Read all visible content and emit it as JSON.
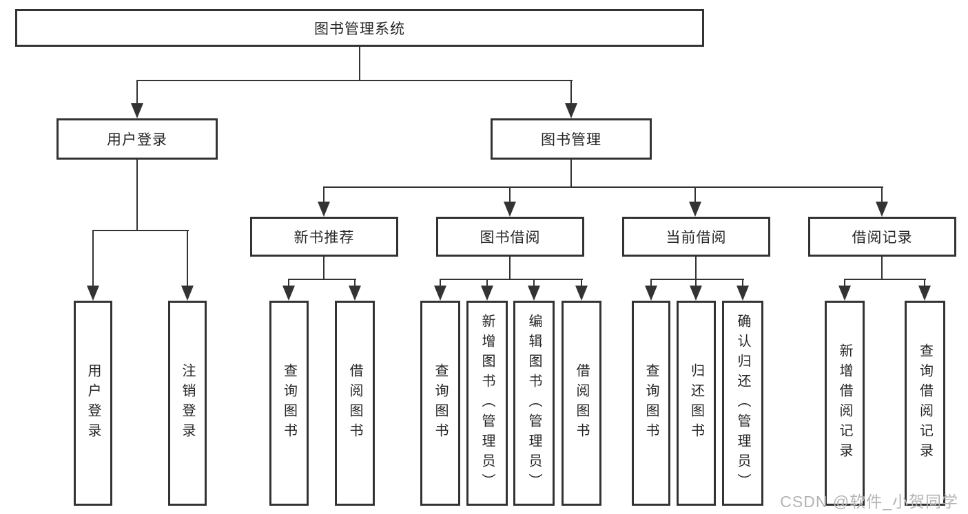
{
  "diagram": {
    "root": {
      "label": "图书管理系统"
    },
    "branches": [
      {
        "label": "用户登录",
        "children": [
          {
            "label": "用户登录"
          },
          {
            "label": "注销登录"
          }
        ]
      },
      {
        "label": "图书管理",
        "children": [
          {
            "label": "新书推荐",
            "children": [
              {
                "label": "查询图书"
              },
              {
                "label": "借阅图书"
              }
            ]
          },
          {
            "label": "图书借阅",
            "children": [
              {
                "label": "查询图书"
              },
              {
                "label": "新增图书（管理员）"
              },
              {
                "label": "编辑图书（管理员）"
              },
              {
                "label": "借阅图书"
              }
            ]
          },
          {
            "label": "当前借阅",
            "children": [
              {
                "label": "查询图书"
              },
              {
                "label": "归还图书"
              },
              {
                "label": "确认归还（管理员）"
              }
            ]
          },
          {
            "label": "借阅记录",
            "children": [
              {
                "label": "新增借阅记录"
              },
              {
                "label": "查询借阅记录"
              }
            ]
          }
        ]
      }
    ]
  },
  "watermark": {
    "text": "CSDN @软件_小贺同学"
  },
  "colors": {
    "line": "#333333",
    "text": "#262626",
    "watermark": "#b3b3b3",
    "background": "#ffffff"
  }
}
